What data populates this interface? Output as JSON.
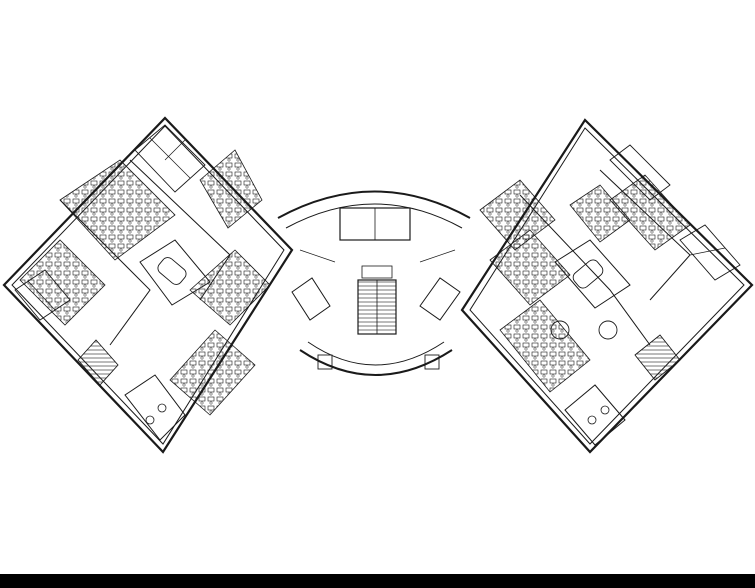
{
  "drawing": {
    "subject": "floor-plan",
    "background_color": "#ffffff",
    "line_color": "#1a1a1a",
    "bottom_band_color": "#000000",
    "wings": [
      "left-wing",
      "right-wing"
    ],
    "core": "central-circular-lobby"
  }
}
